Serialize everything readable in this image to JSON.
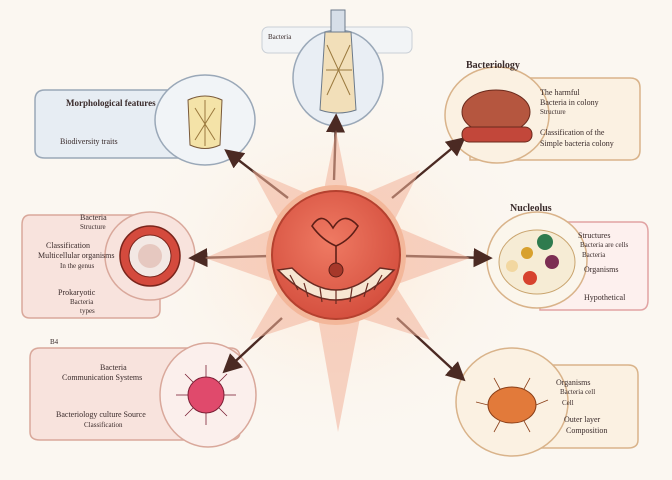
{
  "colors": {
    "center_fill": "#e1614f",
    "center_ring": "#f3b79a",
    "arrow": "#4b2a23",
    "glow": "#fbe3cc",
    "panel_blue": "#e7edf3",
    "panel_pink": "#f8e3dd",
    "panel_cream": "#fbf1e2"
  },
  "icons": [
    "cell-diagram",
    "pointer-arrow",
    "bullet-icon"
  ],
  "labels": {
    "top": {
      "tag": "Bacteria"
    },
    "upper_left": {
      "line1": "Morphological features",
      "line2": "Biodiversity traits"
    },
    "middle_left": {
      "line1": "Bacteria",
      "line2": "Structure",
      "line3": "Classification",
      "line4": "Multicellular organisms",
      "line5": "In the genus",
      "line6": "Prokaryotic",
      "line7": "Bacteria",
      "line8": "types"
    },
    "lower_left": {
      "tag": "B4",
      "line1": "Bacteria",
      "line2": "Communication Systems",
      "line3": "Bacteriology culture Source",
      "line4": "Classification"
    },
    "upper_right": {
      "heading": "Bacteriology",
      "line1": "The harmful",
      "line2": "Bacteria in colony",
      "line3": "Structure",
      "line4": "Classification of the",
      "line5": "Simple bacteria colony"
    },
    "middle_right": {
      "heading": "Nucleolus",
      "line1": "Structures",
      "line2": "Bacteria are cells",
      "line3": "Bacteria",
      "line4": "Organisms",
      "line5": "Hypothetical"
    },
    "lower_right": {
      "line1": "Organisms",
      "line2": "Bacteria cell",
      "line3": "Cell",
      "line4": "Outer layer",
      "line5": "Composition"
    }
  }
}
